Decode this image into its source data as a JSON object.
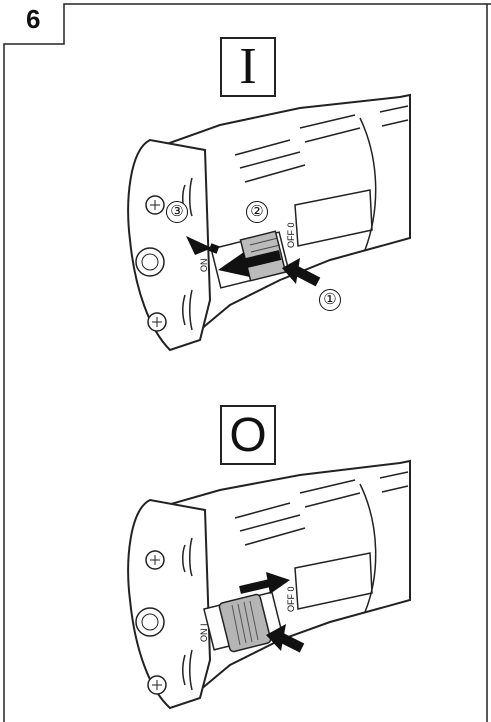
{
  "figure_number": "6",
  "panels": {
    "on": {
      "mode_symbol": "I",
      "steps": [
        "①",
        "②",
        "③"
      ],
      "switch_labels": {
        "off": "OFF 0",
        "on": "ON"
      }
    },
    "off": {
      "mode_symbol": "O",
      "switch_labels": {
        "off": "OFF 0",
        "on": "ON I"
      }
    }
  }
}
